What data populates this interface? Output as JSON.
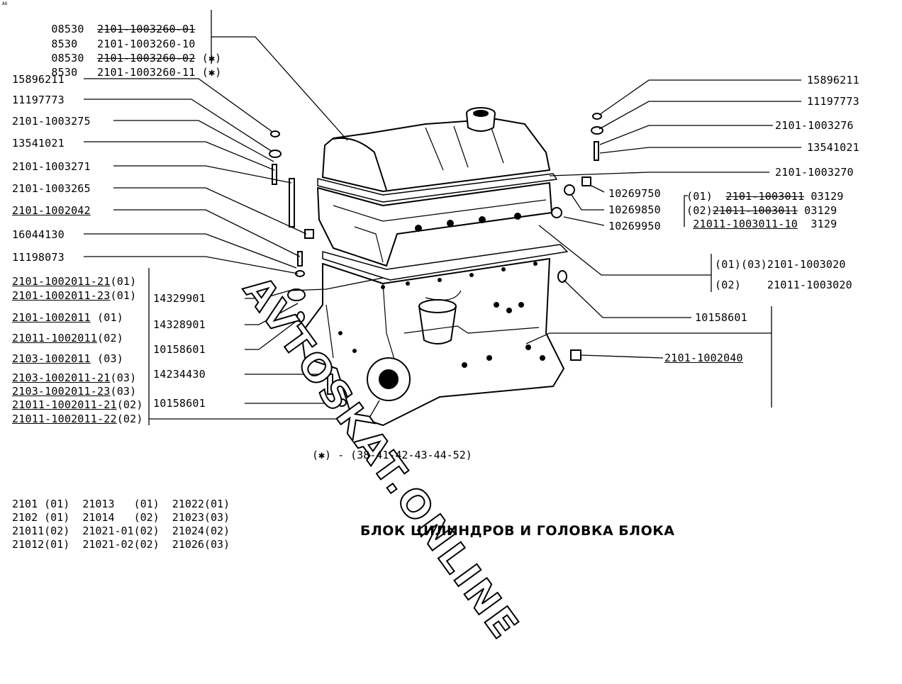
{
  "corner_mark": "АО",
  "title": "БЛОК ЦИЛИНДРОВ И ГОЛОВКА БЛОКА",
  "footnote": "(✱) - (38-41-42-43-44-52)",
  "watermark": "AVTOSKAT.ONLINE",
  "gasket_group": [
    {
      "code": "08530",
      "part": "2101-1003260-01",
      "note": "",
      "struck": true
    },
    {
      "code": "8530",
      "part": "2101-1003260-10",
      "note": "",
      "struck": false
    },
    {
      "code": "08530",
      "part": "2101-1003260-02",
      "note": "(✱)",
      "struck": true
    },
    {
      "code": "8530",
      "part": "2101-1003260-11",
      "note": "(✱)",
      "struck": false
    }
  ],
  "left_parts": [
    "15896211",
    "11197773",
    "2101-1003275",
    "13541021",
    "2101-1003271",
    "2101-1003265",
    "2101-1002042",
    "16044130",
    "11198073"
  ],
  "block_group_left": [
    {
      "part": "2101-1002011-21",
      "variant": "(01)"
    },
    {
      "part": "2101-1002011-23",
      "variant": "(01)"
    },
    {
      "part": "2101-1002011",
      "variant": " (01)"
    },
    {
      "part": "21011-1002011",
      "variant": "(02)"
    },
    {
      "part": "2103-1002011",
      "variant": " (03)"
    },
    {
      "part": "2103-1002011-21",
      "variant": "(03)"
    },
    {
      "part": "2103-1002011-23",
      "variant": "(03)"
    },
    {
      "part": "21011-1002011-21",
      "variant": "(02)"
    },
    {
      "part": "21011-1002011-22",
      "variant": "(02)"
    }
  ],
  "center_left_parts": [
    "14329901",
    "14328901",
    "10158601",
    "14234430",
    "10158601"
  ],
  "right_parts": [
    "15896211",
    "11197773",
    "2101-1003276",
    "13541021",
    "2101-1003270"
  ],
  "cap_parts": [
    "10269750",
    "10269850",
    "10269950"
  ],
  "head_group": [
    {
      "variant": "(01)",
      "part": "2101-1003011",
      "suffix": "03129"
    },
    {
      "variant": "(02)",
      "part": "21011-1003011",
      "suffix": "03129"
    },
    {
      "variant": "",
      "part": "21011-1003011-10",
      "suffix": "3129"
    }
  ],
  "head_assembly": [
    {
      "variant": "(01)(03)",
      "part": "2101-1003020"
    },
    {
      "variant": "(02)",
      "part": "21011-1003020"
    }
  ],
  "right_lower_parts": [
    "10158601",
    "2101-1002040"
  ],
  "models": [
    [
      "2101 (01)",
      "21013   (01)",
      "21022(01)"
    ],
    [
      "2102 (01)",
      "21014   (02)",
      "21023(03)"
    ],
    [
      "21011(02)",
      "21021-01(02)",
      "21024(02)"
    ],
    [
      "21012(01)",
      "21021-02(02)",
      "21026(03)"
    ]
  ]
}
